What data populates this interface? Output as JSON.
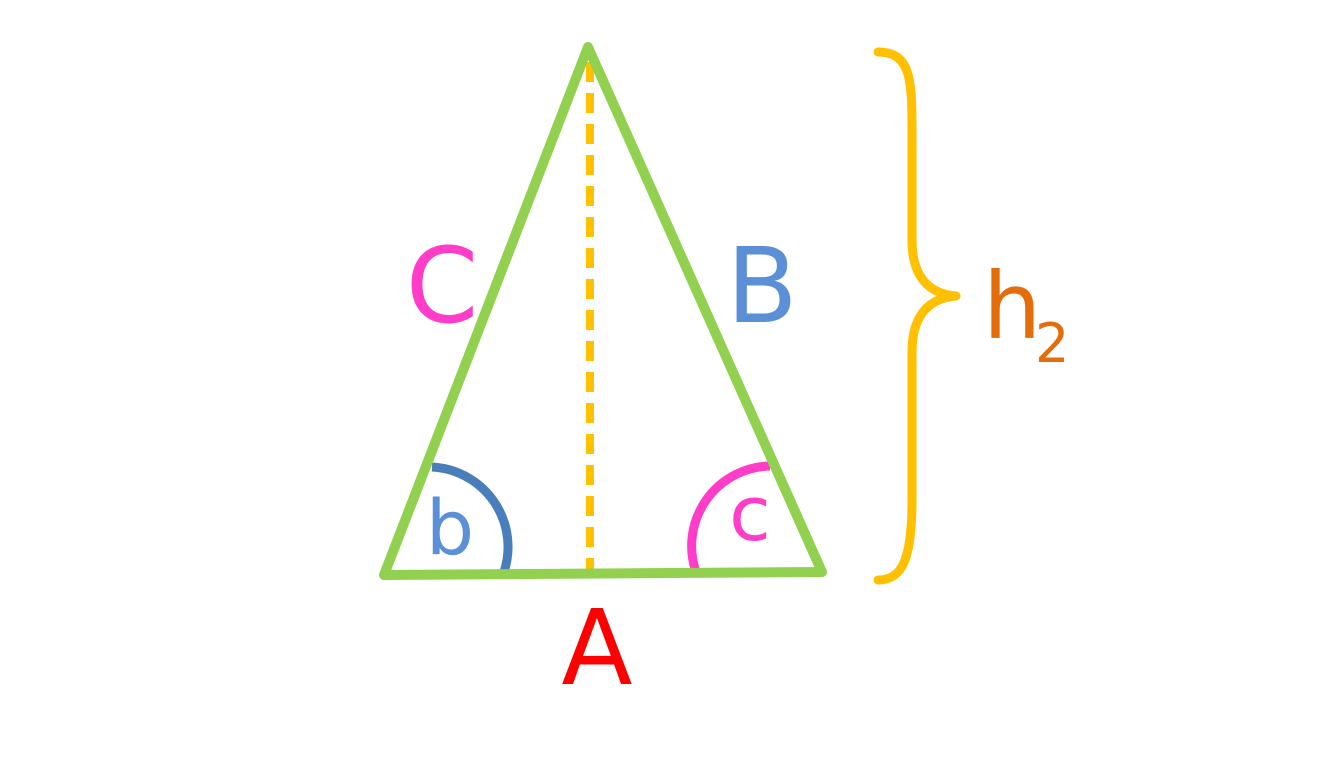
{
  "labels": {
    "side_bottom": "A",
    "side_right": "B",
    "side_left": "C",
    "angle_left": "b",
    "angle_right": "c",
    "height_main": "h",
    "height_sub": "2"
  },
  "colors": {
    "background": "#ffffff",
    "triangle": "#92d050",
    "altitude": "#ffc000",
    "brace": "#ffc000",
    "side_bottom": "#ff0000",
    "side_right": "#5b8fd6",
    "side_left": "#ff3dc8",
    "angle_left": "#4a7ebb",
    "angle_left_label": "#5b8fd6",
    "angle_right": "#ff3dc8",
    "height_label": "#e46c0a"
  }
}
